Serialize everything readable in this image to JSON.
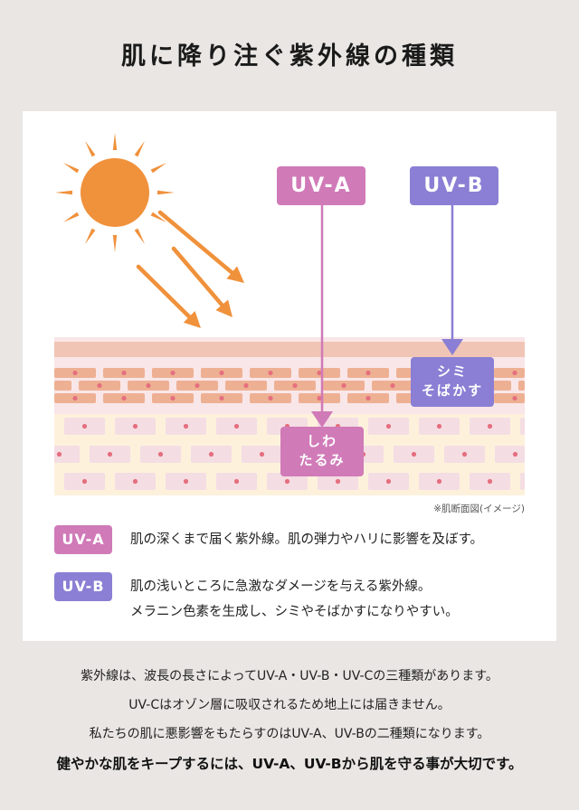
{
  "title": "肌に降り注ぐ紫外線の種類",
  "colors": {
    "background": "#e9e6e3",
    "card": "#ffffff",
    "sun": "#f0913b",
    "uva": "#d07ab8",
    "uvb": "#8a7fd4",
    "epidermis_brick": "#eeb093",
    "epidermis_band": "#f1c5b5",
    "epidermis_bg": "#f9e6e8",
    "dermis_bg": "#fdf1dc",
    "dermis_brick": "#f4dde3",
    "nucleus": "#e56f7e"
  },
  "diagram": {
    "sun_icon": "sun-icon",
    "ray_count": 3,
    "uva_label": "UV-A",
    "uvb_label": "UV-B",
    "uvb_effect": [
      "シミ",
      "そばかす"
    ],
    "uva_effect": [
      "しわ",
      "たるみ"
    ],
    "note": "※肌断面図(イメージ)"
  },
  "legend": [
    {
      "badge": "UV-A",
      "lines": [
        "肌の深くまで届く紫外線。肌の弾力やハリに影響を及ぼす。"
      ]
    },
    {
      "badge": "UV-B",
      "lines": [
        "肌の浅いところに急激なダメージを与える紫外線。",
        "メラニン色素を生成し、シミやそばかすになりやすい。"
      ]
    }
  ],
  "footer": [
    "紫外線は、波長の長さによってUV-A・UV-B・UV-Cの三種類があります。",
    "UV-Cはオゾン層に吸収されるため地上には届きません。",
    "私たちの肌に悪影響をもたらすのはUV-A、UV-Bの二種類になります。",
    "健やかな肌をキープするには、UV-A、UV-Bから肌を守る事が大切です。"
  ]
}
